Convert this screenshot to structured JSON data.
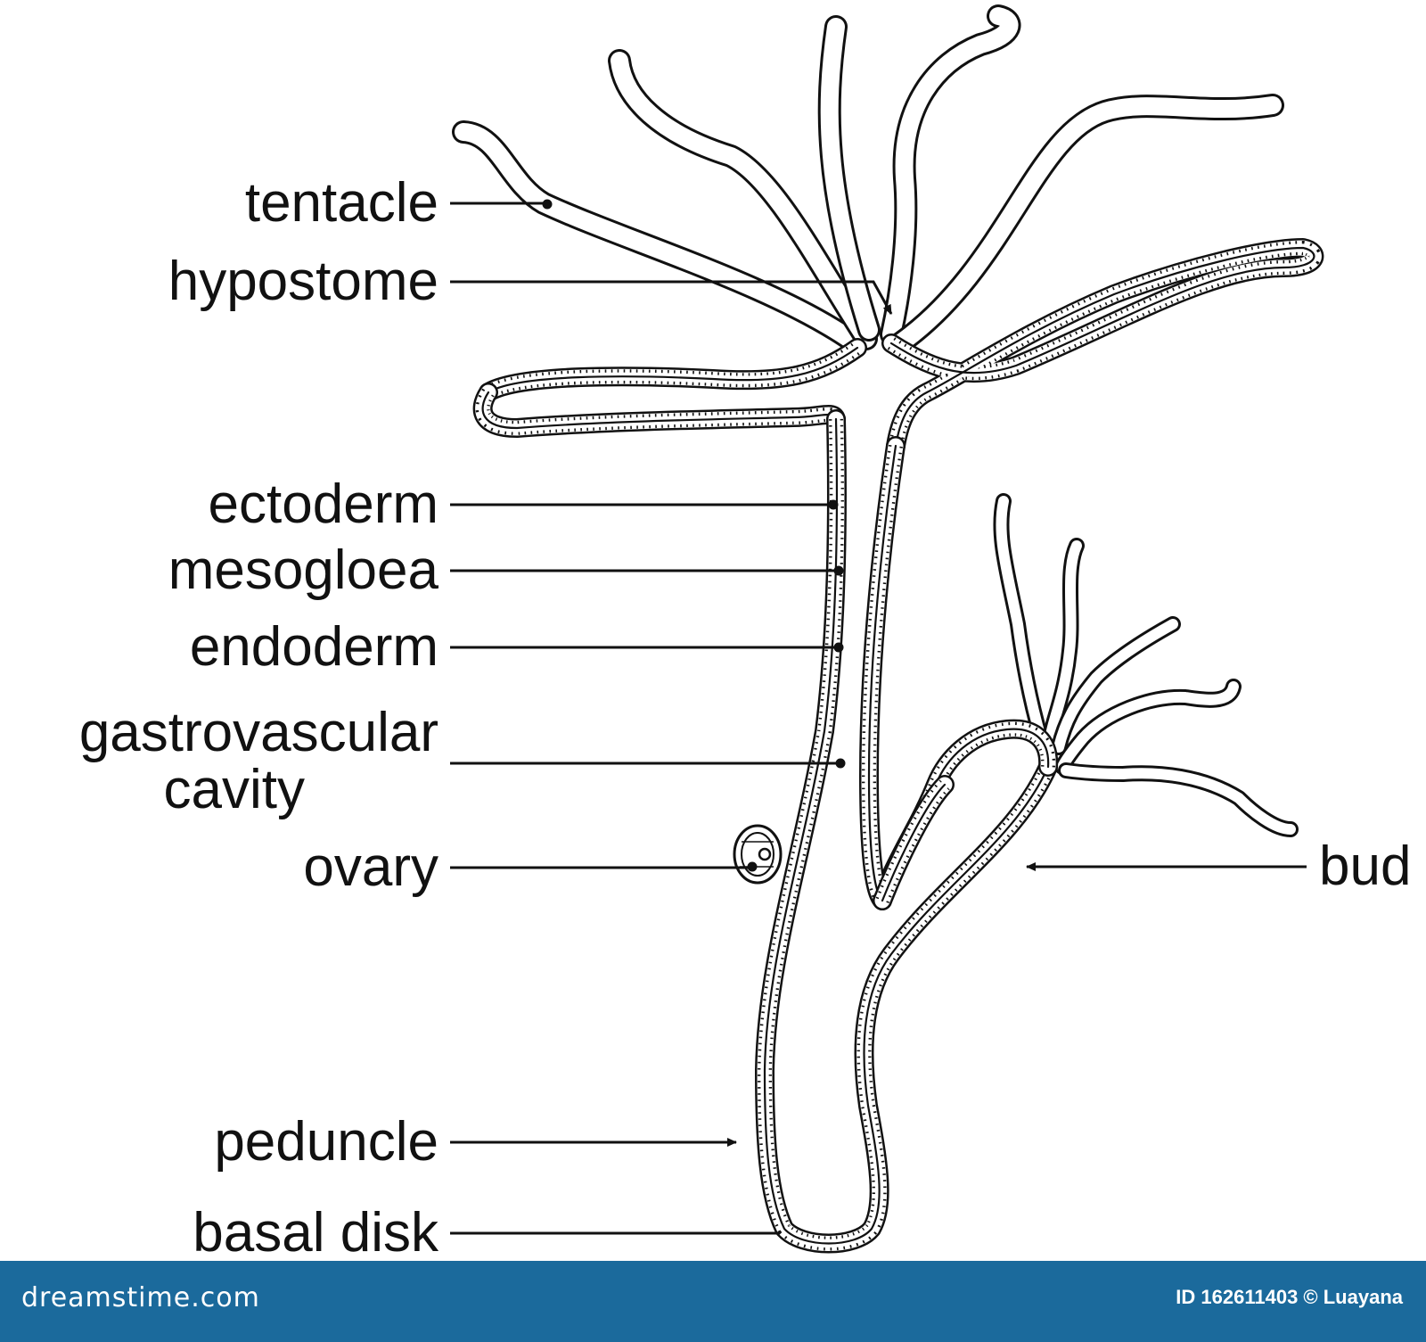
{
  "labels": {
    "tentacle": "tentacle",
    "hypostome": "hypostome",
    "ectoderm": "ectoderm",
    "mesogloea": "mesogloea",
    "endoderm": "endoderm",
    "cavity_line1": "gastrovascular",
    "cavity_line2": "cavity",
    "ovary": "ovary",
    "peduncle": "peduncle",
    "basal_disk": "basal disk",
    "bud": "bud"
  },
  "footer": {
    "brand": "dreamstime.com",
    "stock_id": "ID 162611403 © Luayana",
    "color": "#1b6a9c"
  },
  "colors": {
    "ink": "#111111",
    "background": "#ffffff"
  }
}
